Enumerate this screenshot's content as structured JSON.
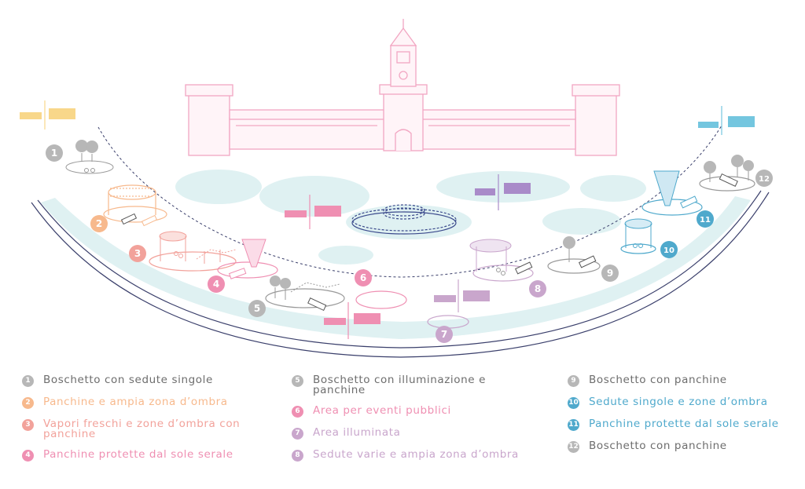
{
  "colors": {
    "grey": "#b7b7b7",
    "orange": "#f7b98d",
    "salmon": "#f2a29b",
    "pink": "#ef8fb2",
    "lilac": "#c9a6cc",
    "blue": "#4fa9cc",
    "castle": "#f2a6c2",
    "water": "#dff1f2",
    "arc": "#3a3f6b",
    "fountain": "#3b4a8c",
    "yellow": "#f8d78a",
    "purple": "#a98bc9",
    "cyan": "#74c6df"
  },
  "icons": {
    "castle": "castle-icon",
    "flag": "flag-icon",
    "tree": "tree-icon",
    "bench": "bench-icon",
    "canopy": "canopy-icon",
    "fountain": "fountain-icon",
    "spotlight": "spotlight-icon"
  },
  "markers": [
    {
      "n": "1",
      "color": "grey"
    },
    {
      "n": "2",
      "color": "orange"
    },
    {
      "n": "3",
      "color": "salmon"
    },
    {
      "n": "4",
      "color": "pink"
    },
    {
      "n": "5",
      "color": "grey"
    },
    {
      "n": "6",
      "color": "pink"
    },
    {
      "n": "7",
      "color": "lilac"
    },
    {
      "n": "8",
      "color": "lilac"
    },
    {
      "n": "9",
      "color": "grey"
    },
    {
      "n": "10",
      "color": "blue"
    },
    {
      "n": "11",
      "color": "blue"
    },
    {
      "n": "12",
      "color": "grey"
    }
  ],
  "legend": {
    "columns": [
      [
        {
          "n": "1",
          "text": "Boschetto con sedute singole",
          "color": "grey"
        },
        {
          "n": "2",
          "text": "Panchine e ampia zona d’ombra",
          "color": "orange"
        },
        {
          "n": "3",
          "text": "Vapori freschi e zone d’ombra con panchine",
          "color": "salmon"
        },
        {
          "n": "4",
          "text": "Panchine protette dal sole serale",
          "color": "pink"
        }
      ],
      [
        {
          "n": "5",
          "text": "Boschetto con illuminazione e panchine",
          "color": "grey"
        },
        {
          "n": "6",
          "text": "Area per eventi pubblici",
          "color": "pink"
        },
        {
          "n": "7",
          "text": "Area illuminata",
          "color": "lilac"
        },
        {
          "n": "8",
          "text": "Sedute varie e ampia zona d’ombra",
          "color": "lilac"
        }
      ],
      [
        {
          "n": "9",
          "text": "Boschetto con panchine",
          "color": "grey"
        },
        {
          "n": "10",
          "text": "Sedute singole e zone d’ombra",
          "color": "blue"
        },
        {
          "n": "11",
          "text": "Panchine protette dal sole serale",
          "color": "blue"
        },
        {
          "n": "12",
          "text": "Boschetto con panchine",
          "color": "grey"
        }
      ]
    ]
  }
}
